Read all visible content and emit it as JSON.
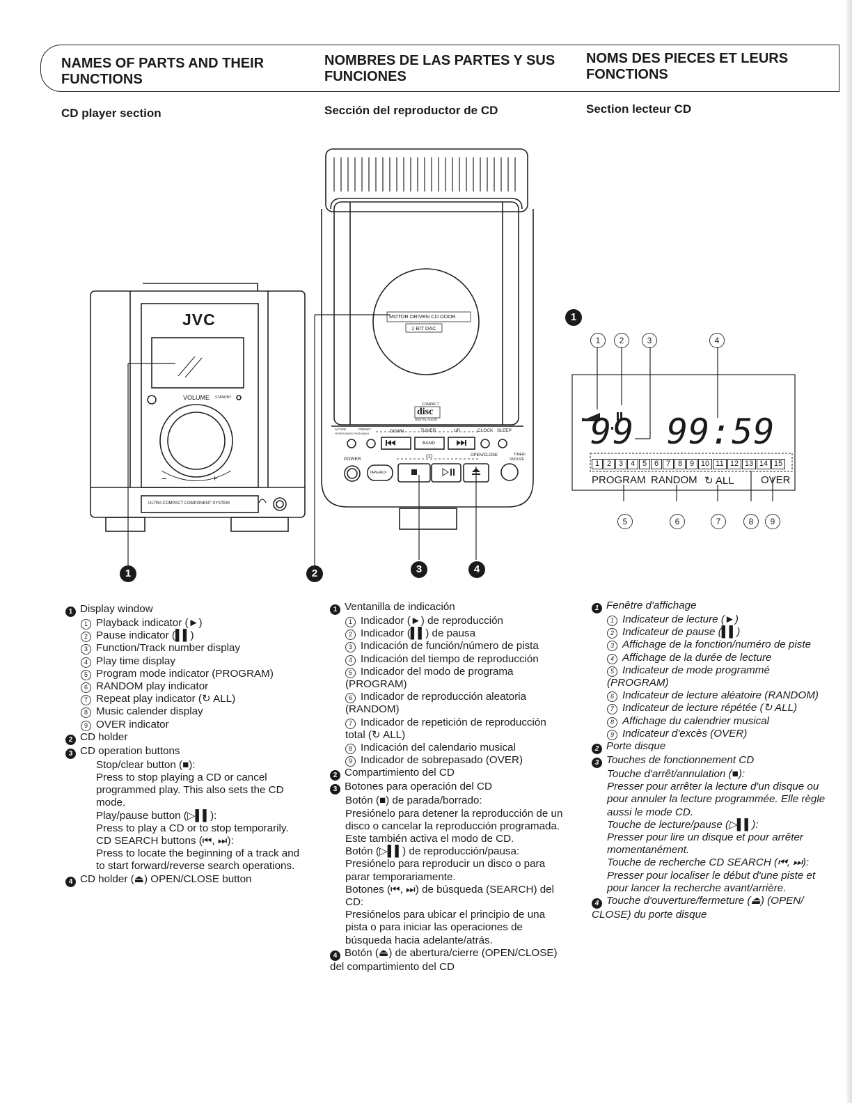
{
  "headers": {
    "en": [
      "NAMES OF PARTS AND THEIR",
      "FUNCTIONS"
    ],
    "es": [
      "NOMBRES DE LAS PARTES Y SUS",
      "FUNCIONES"
    ],
    "fr": [
      "NOMS DES PIECES ET LEURS",
      "FONCTIONS"
    ]
  },
  "subheads": {
    "en": "CD player section",
    "es": "Sección del reproductor de CD",
    "fr": "Section lecteur CD"
  },
  "figure": {
    "brand": "JVC",
    "volume": "VOLUME",
    "standby": "STANDBY",
    "system_label": "ULTRA COMPACT COMPONENT SYSTEM",
    "door_label": "MOTOR DRIVEN CD DOOR",
    "dac_label": "1 BIT DAC",
    "disc_logo": "disc",
    "disc_small": "COMPACT",
    "disc_sub": "DIGITAL AUDIO",
    "tuner": "TUNER",
    "down": "DOWN",
    "up": "UP",
    "band": "BAND",
    "clock": "CLOCK",
    "sleep": "SLEEP",
    "power": "POWER",
    "tape_aux": "TAPE/AUX",
    "cd": "CD",
    "open_close": "OPEN/CLOSE",
    "timer": "TIMER/",
    "snooze": "SNOOZE",
    "active": "ACTIVE",
    "preset": "PRESET",
    "hyper_bass": "HYPER-BASS PRO",
    "tuning": "TUNING",
    "callouts": [
      "1",
      "2",
      "3",
      "4"
    ]
  },
  "display": {
    "marker": "1",
    "track": "99",
    "time": "99:59",
    "calendar": [
      "1",
      "2",
      "3",
      "4",
      "5",
      "6",
      "7",
      "8",
      "9",
      "10",
      "11",
      "12",
      "13",
      "14",
      "15"
    ],
    "labels": [
      "PROGRAM",
      "RANDOM",
      "ALL",
      "OVER"
    ],
    "top_callouts": [
      "1",
      "2",
      "3",
      "4"
    ],
    "bottom_callouts": [
      "5",
      "6",
      "7",
      "8",
      "9"
    ]
  },
  "en": {
    "l1": "Display window",
    "s1": "Playback indicator (►)",
    "s2": "Pause indicator (▌▌)",
    "s3": "Function/Track number display",
    "s4": "Play time display",
    "s5": "Program mode indicator (PROGRAM)",
    "s6": "RANDOM play indicator",
    "s7": "Repeat play indicator (↻ ALL)",
    "s8": "Music calender display",
    "s9": "OVER indicator",
    "l2": "CD holder",
    "l3": "CD operation buttons",
    "b1": "Stop/clear button (■):",
    "b1t": "Press to stop playing a CD or cancel programmed play. This also sets the CD mode.",
    "b2": "Play/pause button (▷▌▌):",
    "b2t": "Press to play a CD or to stop temporarily.",
    "b3": "CD SEARCH buttons (⏮, ⏭):",
    "b3t": "Press to locate the beginning of a track and to start forward/reverse search operations.",
    "l4": "CD holder (⏏) OPEN/CLOSE button"
  },
  "es": {
    "l1": "Ventanilla de indicación",
    "s1": "Indicador (►) de reproducción",
    "s2": "Indicador (▌▌) de pausa",
    "s3": "Indicación de función/número de pista",
    "s4": "Indicación del tiempo de reproducción",
    "s5": "Indicador del modo de programa (PROGRAM)",
    "s6": "Indicador de reproducción aleatoria (RANDOM)",
    "s7": "Indicador de repetición de reproducción total (↻ ALL)",
    "s8": "Indicación del calendario musical",
    "s9": "Indicador de sobrepasado (OVER)",
    "l2": "Compartimiento del CD",
    "l3": "Botones para operación del CD",
    "b1": "Botón (■) de parada/borrado:",
    "b1t": "Presiónelo para detener la reproducción de un disco o cancelar la reproducción programada. Este también activa el modo de CD.",
    "b2": "Botón (▷▌▌) de reproducción/pausa:",
    "b2t": "Presiónelo para reproducir un disco o para parar temporariamente.",
    "b3": "Botones (⏮, ⏭) de búsqueda (SEARCH) del CD:",
    "b3t": "Presiónelos para ubicar el principio de una pista o para iniciar las operaciones de búsqueda hacia adelante/atrás.",
    "l4": "Botón (⏏) de abertura/cierre (OPEN/CLOSE) del compartimiento del CD"
  },
  "fr": {
    "l1": "Fenêtre d'affichage",
    "s1": "Indicateur de lecture (►)",
    "s2": "Indicateur de pause (▌▌)",
    "s3": "Affichage de la fonction/numéro de piste",
    "s4": "Affichage de la durée de lecture",
    "s5": "Indicateur de mode programmé (PROGRAM)",
    "s6": "Indicateur de lecture aléatoire (RANDOM)",
    "s7": "Indicateur de lecture répétée (↻ ALL)",
    "s8": "Affichage du calendrier musical",
    "s9": "Indicateur d'excès (OVER)",
    "l2": "Porte disque",
    "l3": "Touches de fonctionnement CD",
    "b1": "Touche d'arrêt/annulation (■):",
    "b1t": "Presser pour arrêter la lecture d'un disque ou pour annuler la lecture programmée. Elle règle aussi le mode CD.",
    "b2": "Touche de lecture/pause (▷▌▌):",
    "b2t": "Presser pour lire un disque et pour arrêter momentanément.",
    "b3": "Touche de recherche CD SEARCH (⏮, ⏭):",
    "b3t": "Presser pour localiser le début d'une piste et pour lancer la recherche avant/arrière.",
    "l4": "Touche d'ouverture/fermeture (⏏) (OPEN/ CLOSE) du porte disque"
  },
  "numerals": {
    "n1": "1",
    "n2": "2",
    "n3": "3",
    "n4": "4",
    "c1": "1",
    "c2": "2",
    "c3": "3",
    "c4": "4",
    "c5": "5",
    "c6": "6",
    "c7": "7",
    "c8": "8",
    "c9": "9"
  }
}
